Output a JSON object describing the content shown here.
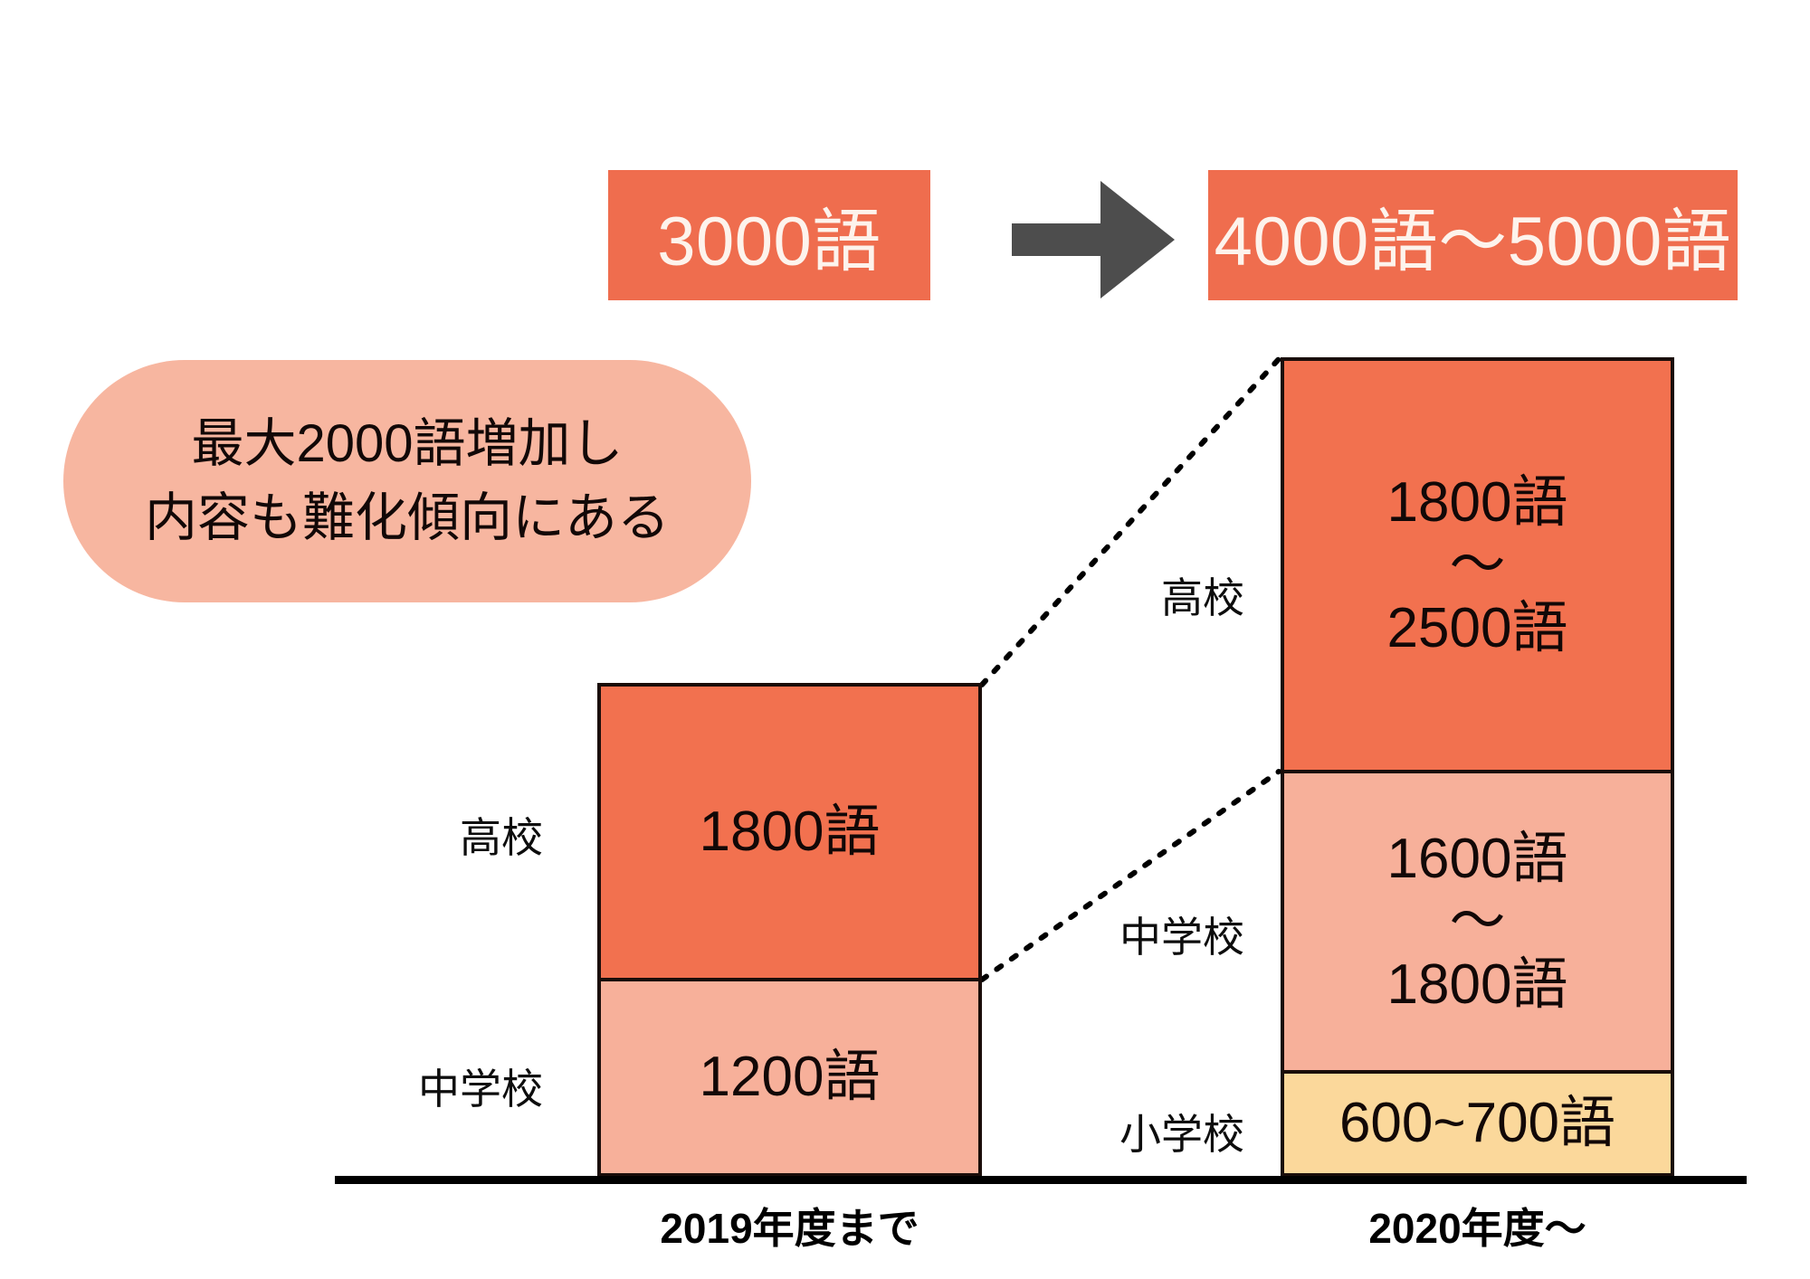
{
  "summary": {
    "before_label": "3000語",
    "after_label": "4000語～5000語",
    "arrow_icon": "right-arrow-icon"
  },
  "callout": {
    "line1": "最大2000語増加し",
    "line2": "内容も難化傾向にある"
  },
  "colors": {
    "accent_orange": "#EF6D4E",
    "high_school": "#F2714F",
    "middle_school": "#F7B09A",
    "elementary_school": "#FBD89B",
    "callout_bg": "#F7B6A0",
    "arrow_gray": "#4D4D4D",
    "outline": "#1A0D0A"
  },
  "chart_data": {
    "type": "bar",
    "title": "",
    "xlabel": "",
    "ylabel": "",
    "stacked": true,
    "categories": [
      "2019年度まで",
      "2020年度～"
    ],
    "series": [
      {
        "name": "高校",
        "values": [
          1800,
          2150
        ],
        "labels": [
          "1800語",
          "1800語～2500語"
        ],
        "range": [
          null,
          [
            1800,
            2500
          ]
        ],
        "color": "#F2714F"
      },
      {
        "name": "中学校",
        "values": [
          1200,
          1700
        ],
        "labels": [
          "1200語",
          "1600語～1800語"
        ],
        "range": [
          null,
          [
            1600,
            1800
          ]
        ],
        "color": "#F7B09A"
      },
      {
        "name": "小学校",
        "values": [
          0,
          650
        ],
        "labels": [
          "",
          "600~700語"
        ],
        "range": [
          null,
          [
            600,
            700
          ]
        ],
        "color": "#FBD89B"
      }
    ],
    "totals": [
      "3000語",
      "4000語～5000語"
    ],
    "annotation": "最大2000語増加し内容も難化傾向にある"
  },
  "left_group": {
    "caption": "2019年度まで",
    "segments": [
      {
        "label": "高校",
        "value": "1800語"
      },
      {
        "label": "中学校",
        "value": "1200語"
      }
    ]
  },
  "right_group": {
    "caption": "2020年度～",
    "segments": [
      {
        "label": "高校",
        "value_from": "1800語",
        "tilde": "～",
        "value_to": "2500語"
      },
      {
        "label": "中学校",
        "value_from": "1600語",
        "tilde": "～",
        "value_to": "1800語"
      },
      {
        "label": "小学校",
        "value": "600~700語"
      }
    ]
  }
}
